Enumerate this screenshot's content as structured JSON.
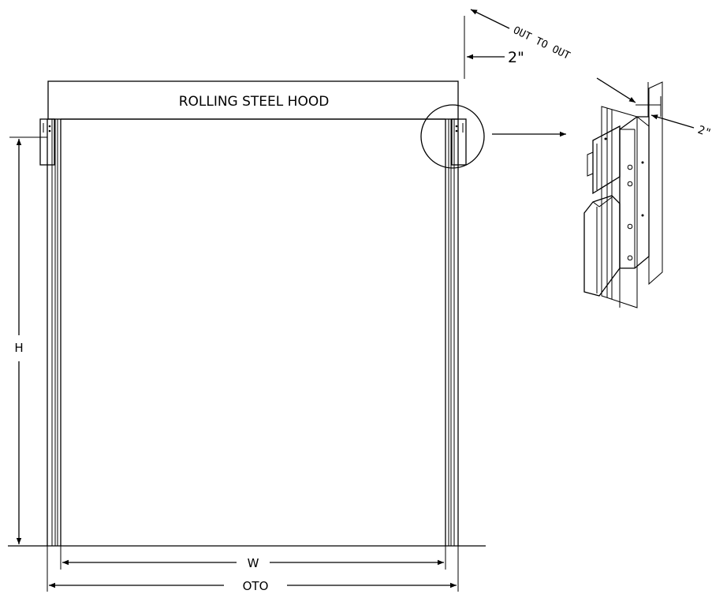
{
  "labels": {
    "hood": "ROLLING STEEL HOOD",
    "height": "H",
    "width": "W",
    "overall_width": "OTO",
    "out_to_out": "OUT TO OUT",
    "clearance_top": "2\"",
    "clearance_side": "2\""
  },
  "colors": {
    "line": "#000000",
    "background": "#ffffff"
  }
}
